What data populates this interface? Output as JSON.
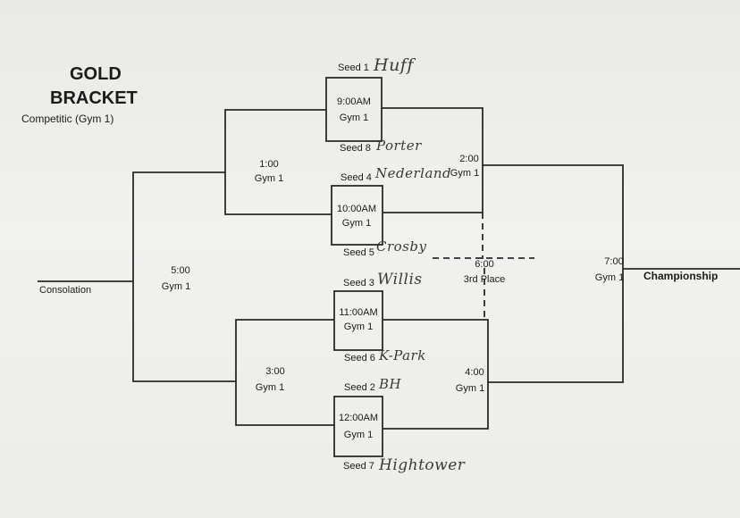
{
  "header": {
    "title_line1": "GOLD",
    "title_line2": "BRACKET",
    "subtitle": "Competitic (Gym 1)"
  },
  "seeds": [
    {
      "label": "Seed 1",
      "name": "Huff"
    },
    {
      "label": "Seed 8",
      "name": "Porter"
    },
    {
      "label": "Seed 4",
      "name": "Nederland"
    },
    {
      "label": "Seed 5",
      "name": "Crosby"
    },
    {
      "label": "Seed 3",
      "name": "Willis"
    },
    {
      "label": "Seed 6",
      "name": "K-Park"
    },
    {
      "label": "Seed 2",
      "name": "BH"
    },
    {
      "label": "Seed 7",
      "name": "Hightower"
    }
  ],
  "first_round": [
    {
      "time": "9:00AM",
      "gym": "Gym 1"
    },
    {
      "time": "10:00AM",
      "gym": "Gym 1"
    },
    {
      "time": "11:00AM",
      "gym": "Gym 1"
    },
    {
      "time": "12:00AM",
      "gym": "Gym 1"
    }
  ],
  "games": {
    "g1_00": {
      "time": "1:00",
      "gym": "Gym 1"
    },
    "g2_00": {
      "time": "2:00",
      "gym": "Gym 1"
    },
    "g3_00": {
      "time": "3:00",
      "gym": "Gym 1"
    },
    "g4_00": {
      "time": "4:00",
      "gym": "Gym 1"
    },
    "g5_00": {
      "time": "5:00",
      "gym": "Gym 1"
    },
    "g6_00": {
      "time": "6:00",
      "label": "3rd Place"
    },
    "g7_00": {
      "time": "7:00",
      "gym": "Gym 1"
    }
  },
  "labels": {
    "consolation": "Consolation",
    "championship": "Championship"
  }
}
